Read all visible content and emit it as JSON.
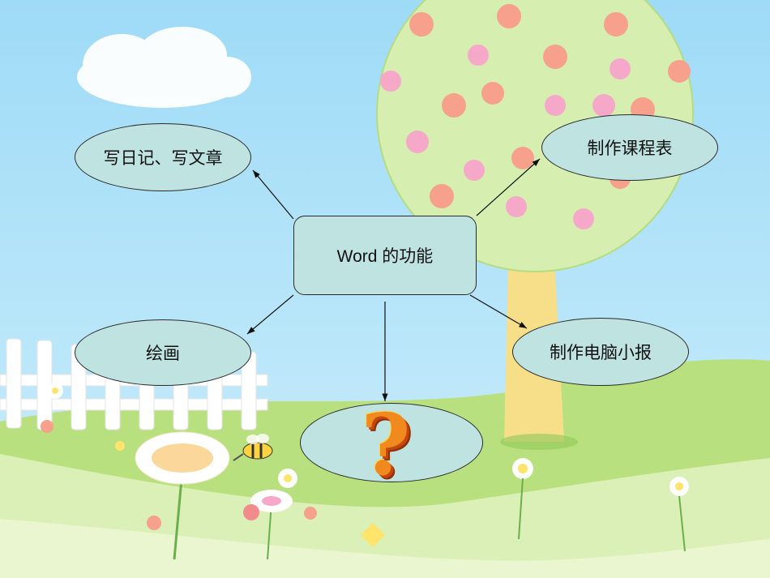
{
  "diagram": {
    "center": {
      "label": "Word 的功能"
    },
    "branches": [
      {
        "label": "写日记、写文章"
      },
      {
        "label": "制作课程表"
      },
      {
        "label": "绘画"
      },
      {
        "label": "制作电脑小报"
      },
      {
        "label": ""
      }
    ],
    "question_mark": "?"
  },
  "colors": {
    "sky": "#aee2f8",
    "grass": "#9fd36b",
    "node_fill": "#bfe3e1",
    "tree_crown": "#d6eeb0",
    "trunk": "#f7df8a",
    "question": "#f08a1e"
  }
}
